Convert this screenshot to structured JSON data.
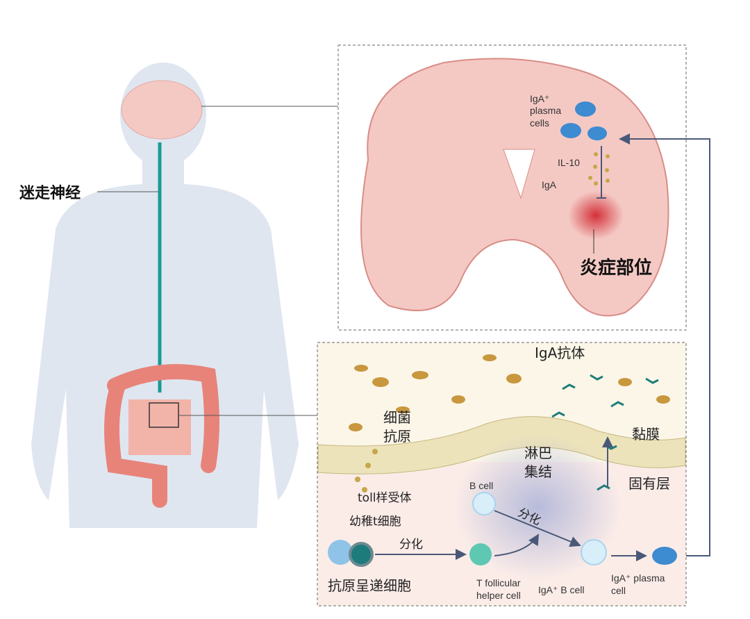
{
  "body_panel": {
    "vagus_nerve_label": "迷走神经"
  },
  "brain_panel": {
    "plasma_cells_label": [
      "IgA⁺",
      "plasma",
      "cells"
    ],
    "il10_label": "IL-10",
    "iga_label": "IgA",
    "inflammation_label": "炎症部位"
  },
  "gut_panel": {
    "iga_antibody_label": "IgA抗体",
    "bacteria_label": "细菌",
    "antigen_label": "抗原",
    "mucosa_label": "黏膜",
    "peyers_patch_label": [
      "淋巴",
      "集结"
    ],
    "lamina_propria_label": "固有层",
    "tlr_label": "toll样受体",
    "naive_t_label": "幼稚t细胞",
    "differentiate_label_1": "分化",
    "differentiate_label_2": "分化",
    "apc_label": "抗原呈递细胞",
    "b_cell_label": "B cell",
    "tfh_label": [
      "T follicular",
      "helper cell"
    ],
    "iga_b_cell_label": "IgA⁺ B cell",
    "iga_plasma_cell_label": [
      "IgA⁺ plasma",
      "cell"
    ]
  },
  "colors": {
    "nerve": "#1a9c94",
    "brain": "#f4c9c4",
    "inflammation": "#d3313a",
    "plasma": "#3d8bd0",
    "antibody": "#1f7d7a",
    "body": "#dfe6f0"
  }
}
